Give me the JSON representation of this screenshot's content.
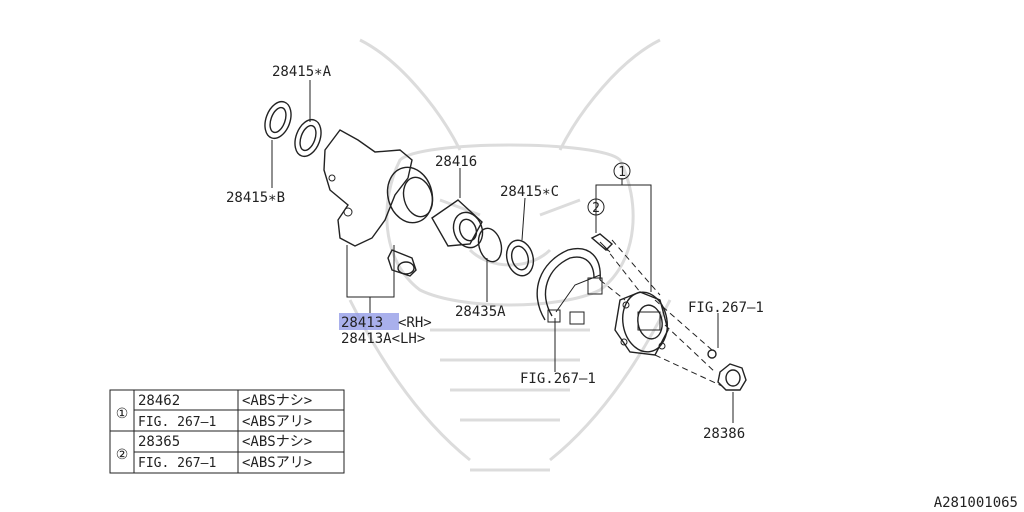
{
  "labels": {
    "p28415a": "28415∗A",
    "p28415b": "28415∗B",
    "p28416": "28416",
    "p28415c": "28415∗C",
    "p28413_code": "28413",
    "p28413_side": "<RH>",
    "p28413a": "28413A<LH>",
    "p28435a": "28435A",
    "fig_right": "FIG.267–1",
    "fig_bottom": "FIG.267–1",
    "p28386": "28386",
    "callout1": "1",
    "callout2": "2",
    "doc_id": "A281001065"
  },
  "legend": {
    "groups": [
      {
        "key": "①",
        "rows": [
          {
            "part": "28462",
            "note": "<ABSナシ>"
          },
          {
            "part": "FIG. 267–1",
            "note": "<ABSアリ>"
          }
        ]
      },
      {
        "key": "②",
        "rows": [
          {
            "part": "28365",
            "note": "<ABSナシ>"
          },
          {
            "part": "FIG. 267–1",
            "note": "<ABSアリ>"
          }
        ]
      }
    ]
  },
  "highlight_color": "#8c96e6"
}
